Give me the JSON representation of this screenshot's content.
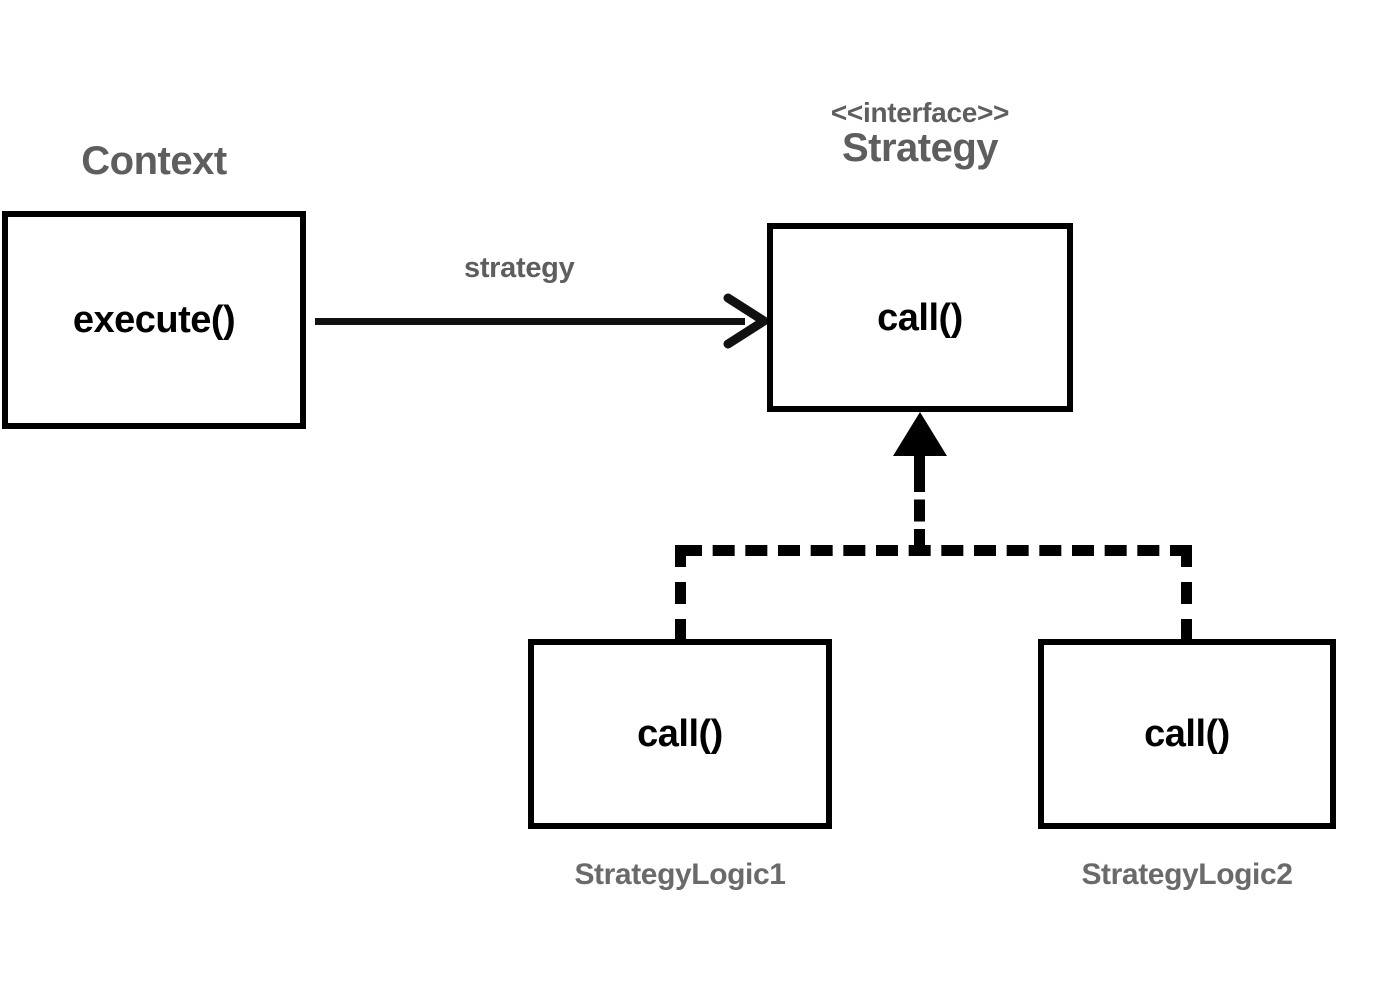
{
  "diagram": {
    "kind": "uml-class-diagram",
    "pattern_name": "Strategy",
    "background_color": "#ffffff",
    "line_color": "#000000",
    "label_color": "#5e5e5e",
    "member_color": "#000000"
  },
  "nodes": {
    "context": {
      "title": "Context",
      "member": "execute()"
    },
    "strategy": {
      "stereotype": "<<interface>>",
      "title": "Strategy",
      "member": "call()"
    },
    "logic1": {
      "title": "StrategyLogic1",
      "member": "call()"
    },
    "logic2": {
      "title": "StrategyLogic2",
      "member": "call()"
    }
  },
  "edges": {
    "association": {
      "label": "strategy",
      "from": "context",
      "to": "strategy",
      "style": "solid-open-arrow"
    },
    "realization_1": {
      "from": "logic1",
      "to": "strategy",
      "style": "dashed-closed-arrow"
    },
    "realization_2": {
      "from": "logic2",
      "to": "strategy",
      "style": "dashed-closed-arrow"
    }
  }
}
